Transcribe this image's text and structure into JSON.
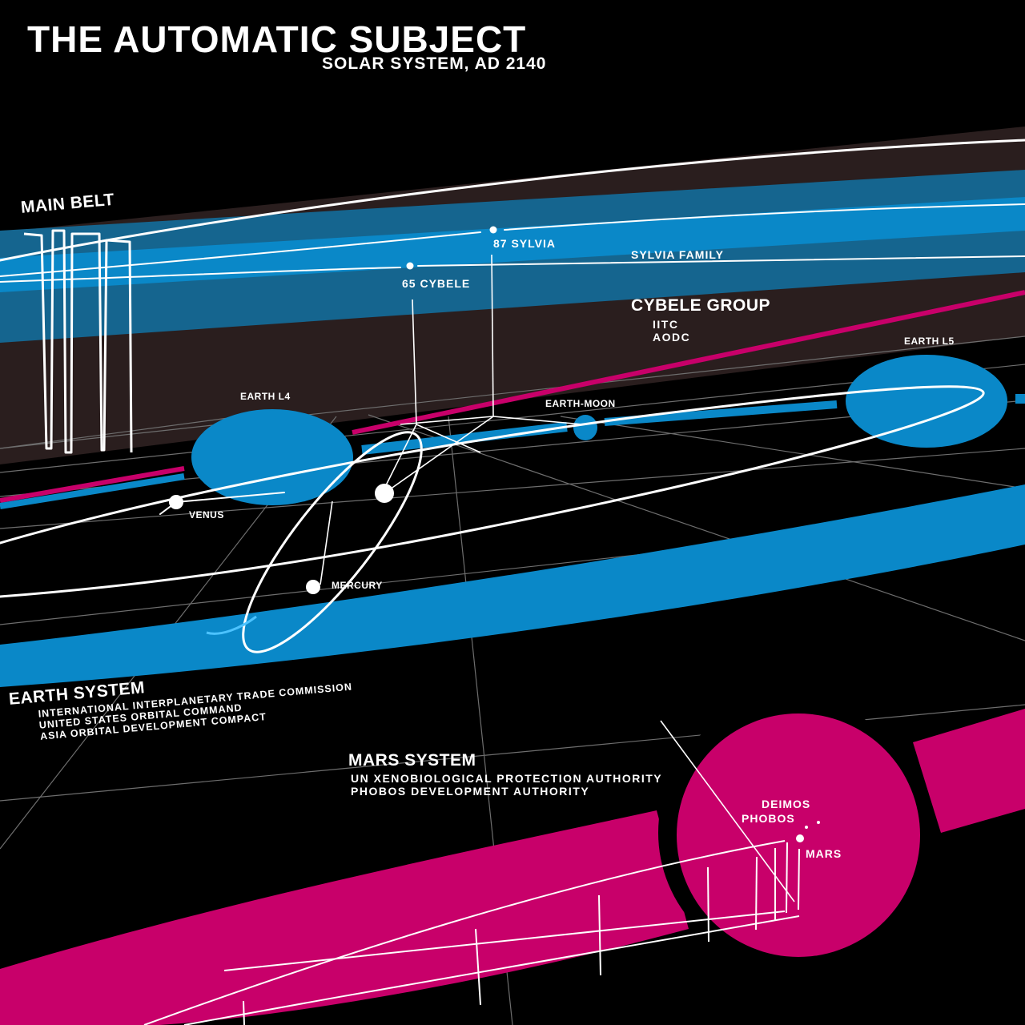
{
  "header": {
    "title": "THE AUTOMATIC SUBJECT",
    "subtitle": "SOLAR SYSTEM, AD 2140"
  },
  "colors": {
    "background": "#000000",
    "belt_dark": "#2a1e1e",
    "belt_blue_dark": "#15658f",
    "belt_blue_light": "#0a88c8",
    "earth_blue": "#0a88c8",
    "mars_magenta": "#c8006a",
    "orbit_white": "#ffffff",
    "grid_gray": "#777777"
  },
  "regions": {
    "main_belt": {
      "label": "MAIN BELT"
    },
    "sylvia_family": {
      "label": "SYLVIA FAMILY"
    },
    "cybele_group": {
      "label": "CYBELE GROUP",
      "orgs": [
        "IITC",
        "AODC"
      ]
    },
    "earth_system": {
      "label": "EARTH SYSTEM",
      "orgs": [
        "INTERNATIONAL INTERPLANETARY TRADE COMMISSION",
        "UNITED STATES ORBITAL COMMAND",
        "ASIA ORBITAL DEVELOPMENT COMPACT"
      ]
    },
    "mars_system": {
      "label": "MARS SYSTEM",
      "orgs": [
        "UN XENOBIOLOGICAL PROTECTION AUTHORITY",
        "PHOBOS DEVELOPMENT AUTHORITY"
      ]
    }
  },
  "bodies": {
    "sylvia": "87 SYLVIA",
    "cybele": "65 CYBELE",
    "earth_l4": "EARTH L4",
    "earth_l5": "EARTH L5",
    "earth_moon": "EARTH-MOON",
    "venus": "VENUS",
    "mercury": "MERCURY",
    "deimos": "DEIMOS",
    "phobos": "PHOBOS",
    "mars": "MARS"
  }
}
